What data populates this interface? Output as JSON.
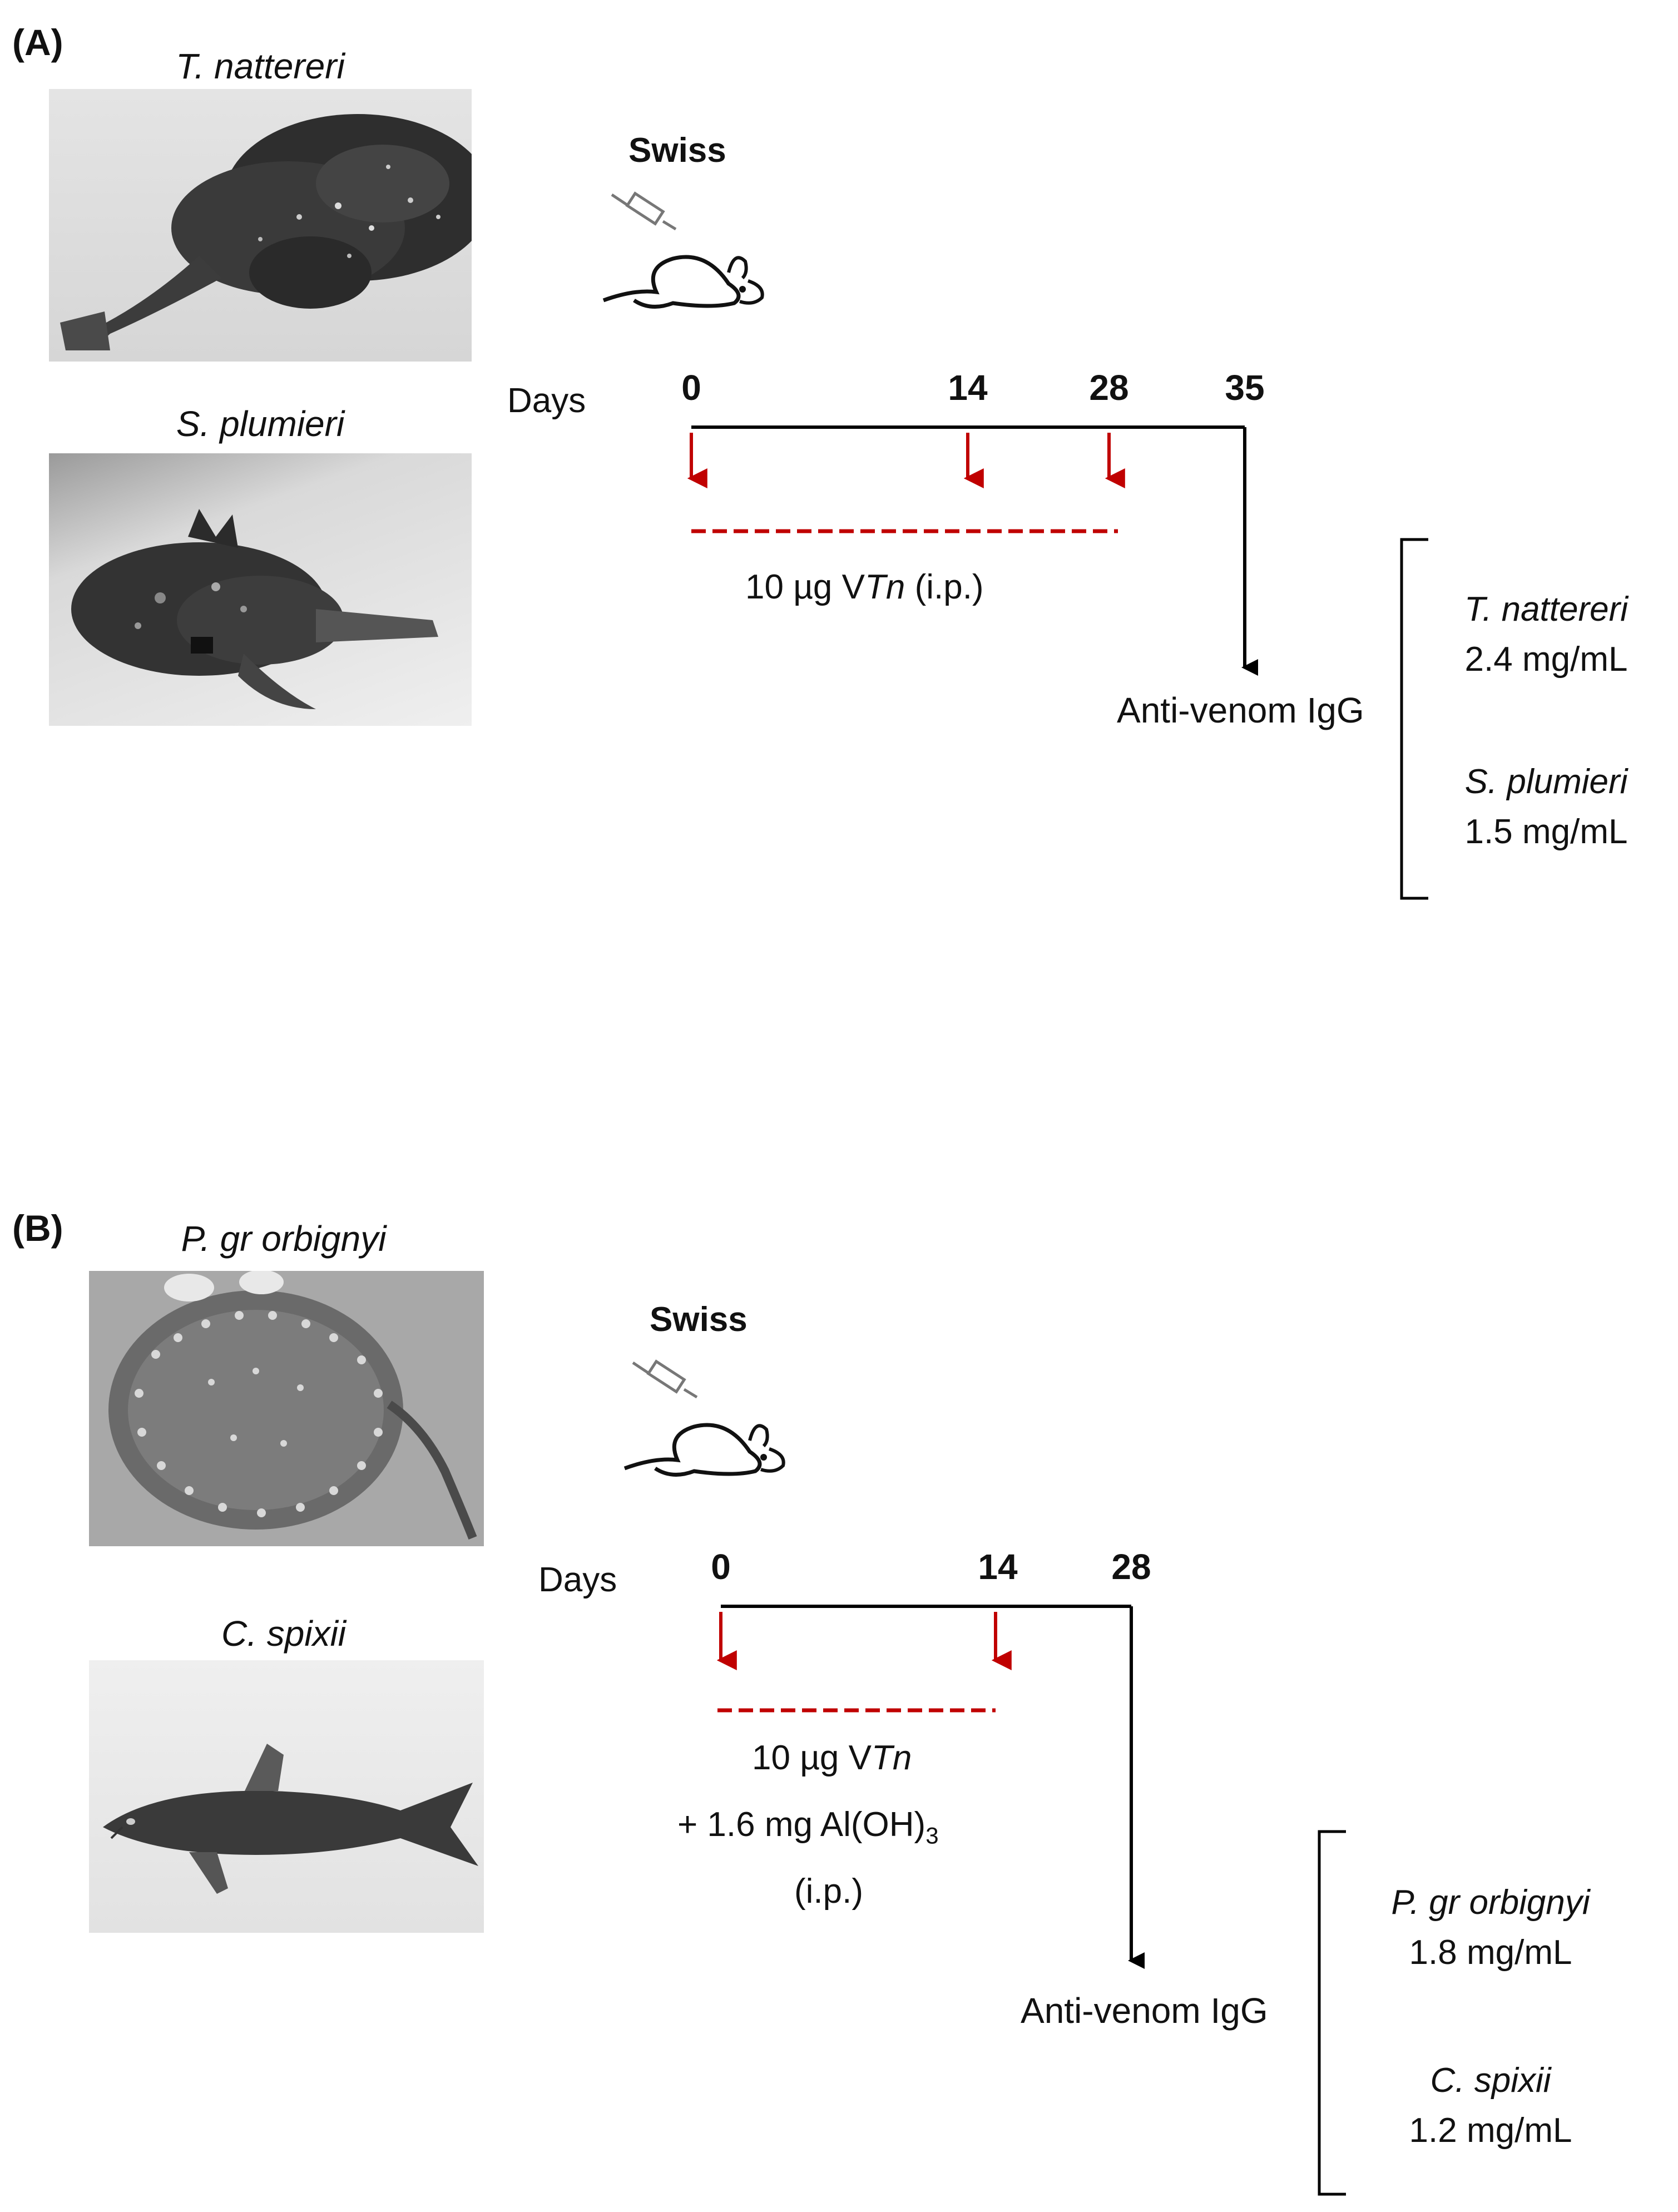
{
  "panel_a": {
    "label": "(A)",
    "species_top": "T. nattereri",
    "species_bottom": "S. plumieri",
    "strain": "Swiss",
    "days_label": "Days",
    "timepoints": [
      "0",
      "14",
      "28",
      "35"
    ],
    "dose_line1": "10 µg V",
    "dose_italic": "Tn",
    "dose_line1_suffix": " (i.p.)",
    "output_label": "Anti-venom IgG",
    "results": [
      {
        "name": "T. nattereri",
        "value": "2.4 mg/mL"
      },
      {
        "name": "S. plumieri",
        "value": "1.5 mg/mL"
      }
    ]
  },
  "panel_b": {
    "label": "(B)",
    "species_top": "P. gr orbignyi",
    "species_bottom": "C. spixii",
    "strain": "Swiss",
    "days_label": "Days",
    "timepoints": [
      "0",
      "14",
      "28"
    ],
    "dose_line1": "10 µg V",
    "dose_italic": "Tn",
    "dose_line2": "+ 1.6 mg Al(OH)",
    "dose_line2_sub": "3",
    "dose_line3": "(i.p.)",
    "output_label": "Anti-venom IgG",
    "results": [
      {
        "name": "P. gr orbignyi",
        "value": "1.8 mg/mL"
      },
      {
        "name": "C. spixii",
        "value": "1.2 mg/mL"
      }
    ]
  },
  "colors": {
    "injection_arrow": "#c00000",
    "timeline": "#000000"
  }
}
